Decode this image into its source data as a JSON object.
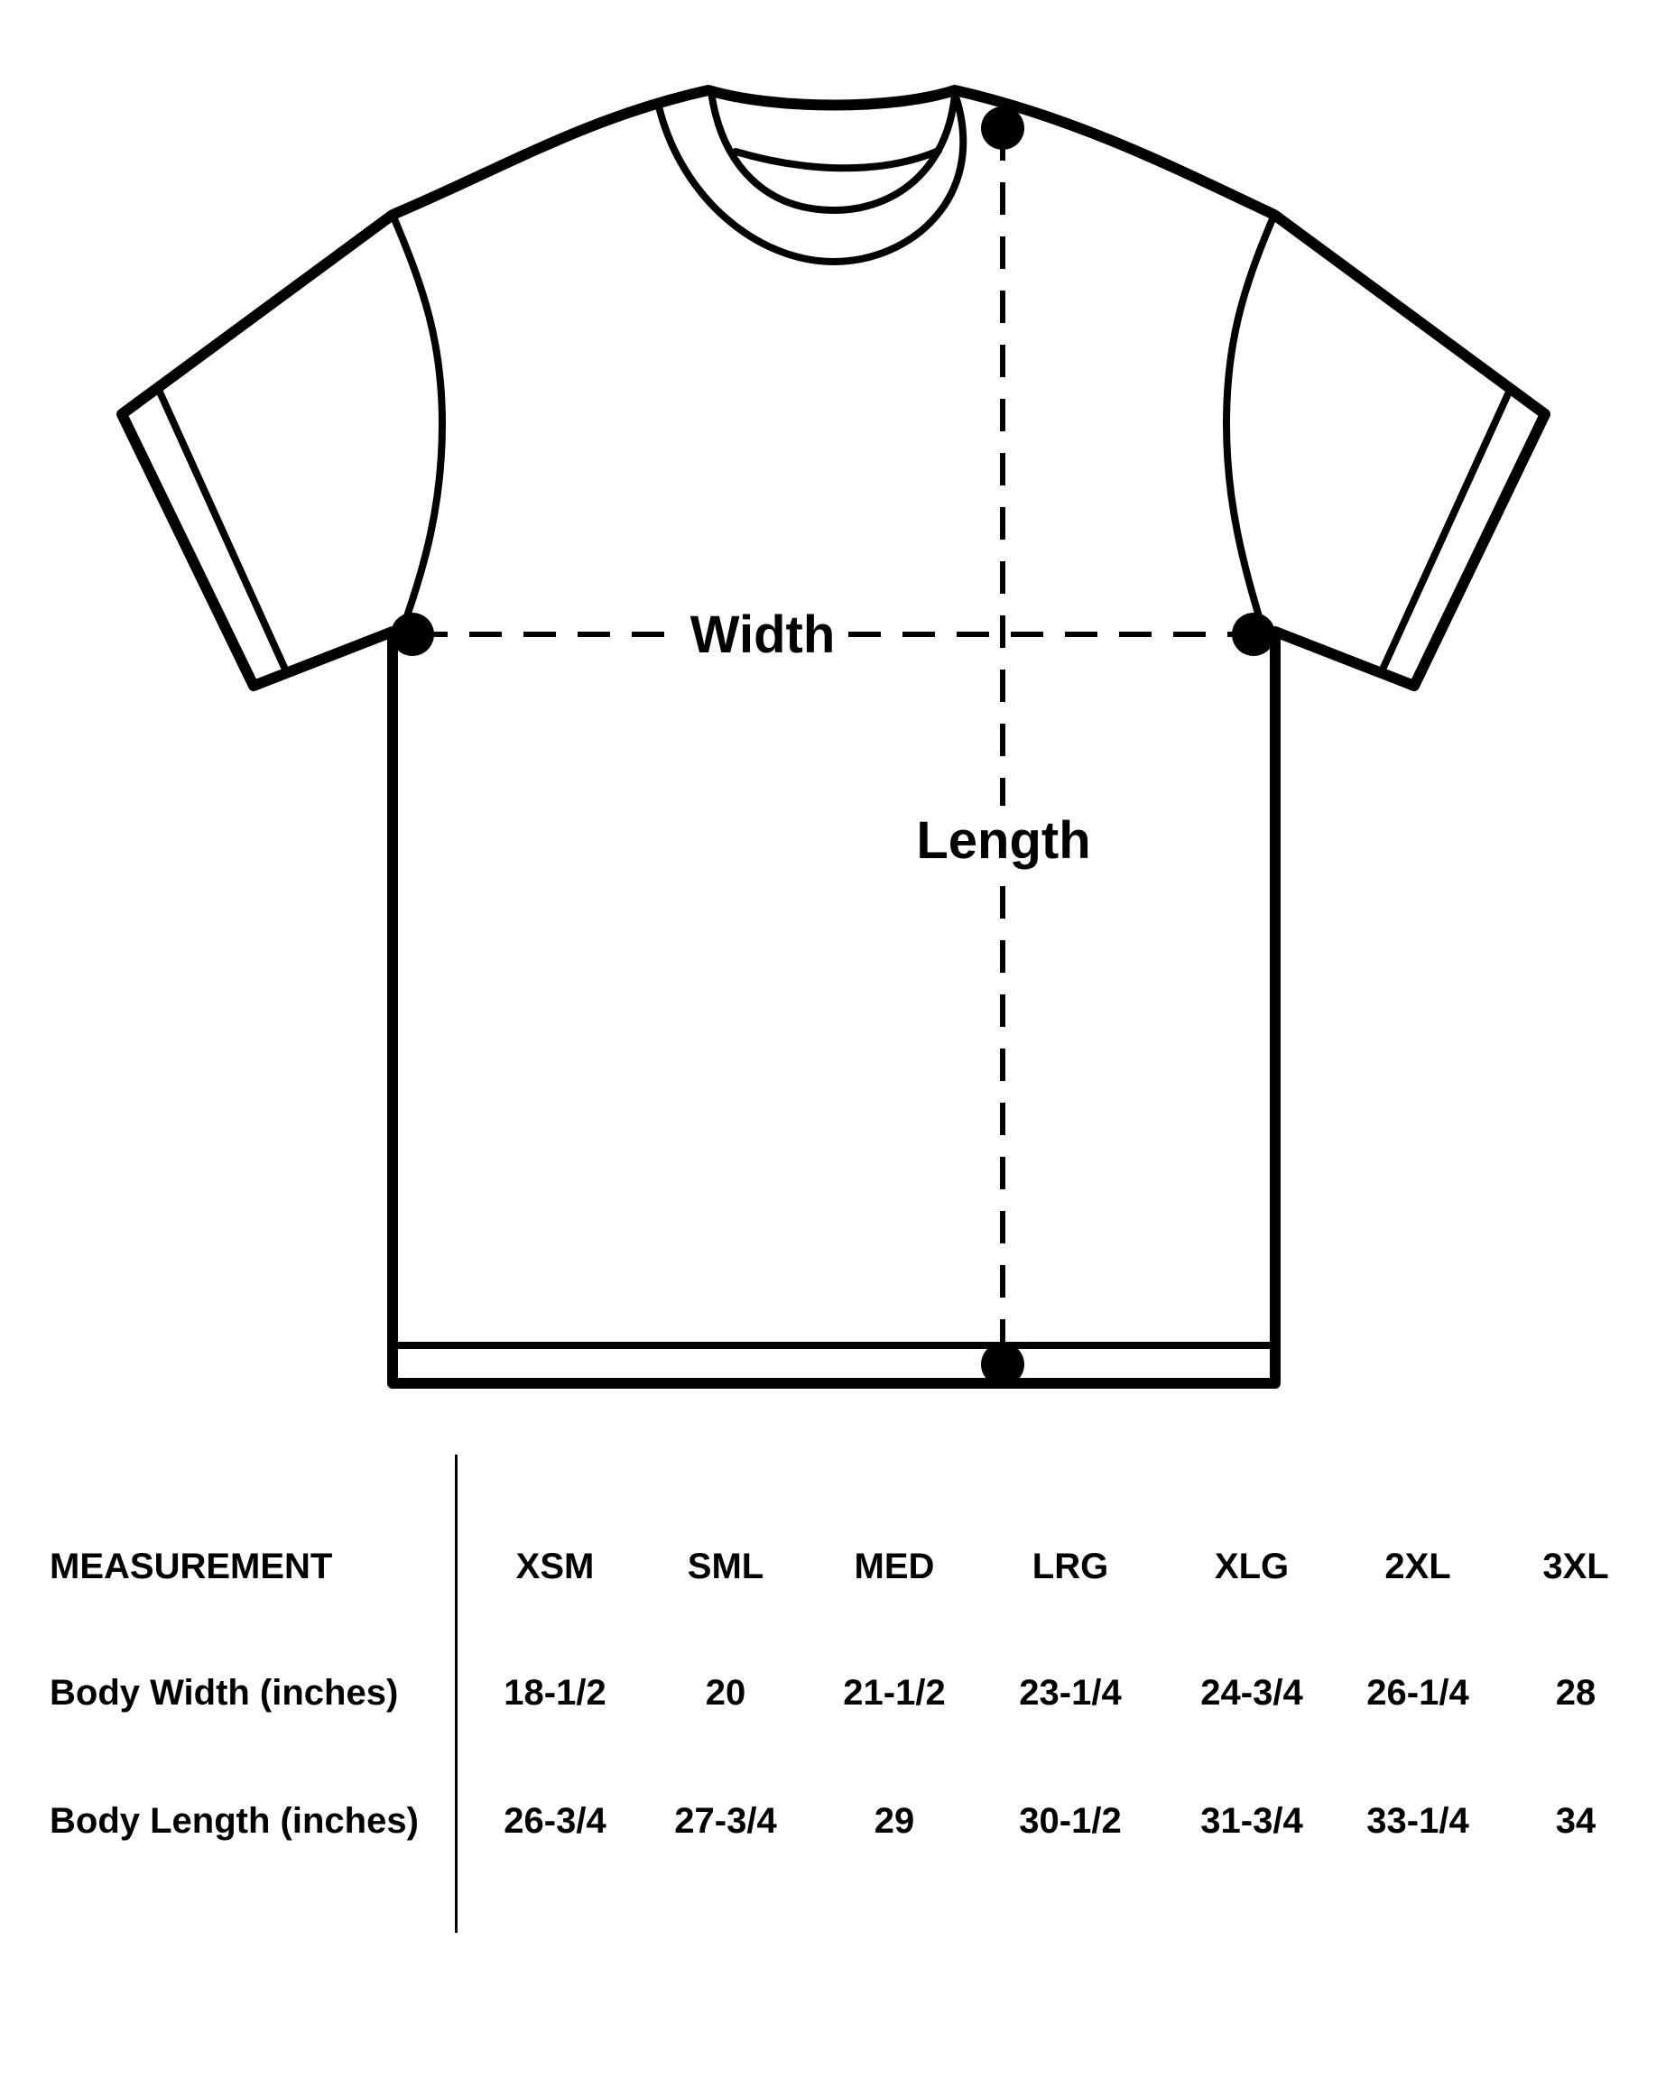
{
  "diagram": {
    "labels": {
      "width": "Width",
      "length": "Length"
    },
    "colors": {
      "stroke": "#000000",
      "background": "#ffffff"
    }
  },
  "table": {
    "header": {
      "label": "MEASUREMENT",
      "sizes": [
        "XSM",
        "SML",
        "MED",
        "LRG",
        "XLG",
        "2XL",
        "3XL"
      ]
    },
    "rows": [
      {
        "label": "Body Width (inches)",
        "values": [
          "18-1/2",
          "20",
          "21-1/2",
          "23-1/4",
          "24-3/4",
          "26-1/4",
          "28"
        ]
      },
      {
        "label": "Body Length (inches)",
        "values": [
          "26-3/4",
          "27-3/4",
          "29",
          "30-1/2",
          "31-3/4",
          "33-1/4",
          "34"
        ]
      }
    ]
  }
}
